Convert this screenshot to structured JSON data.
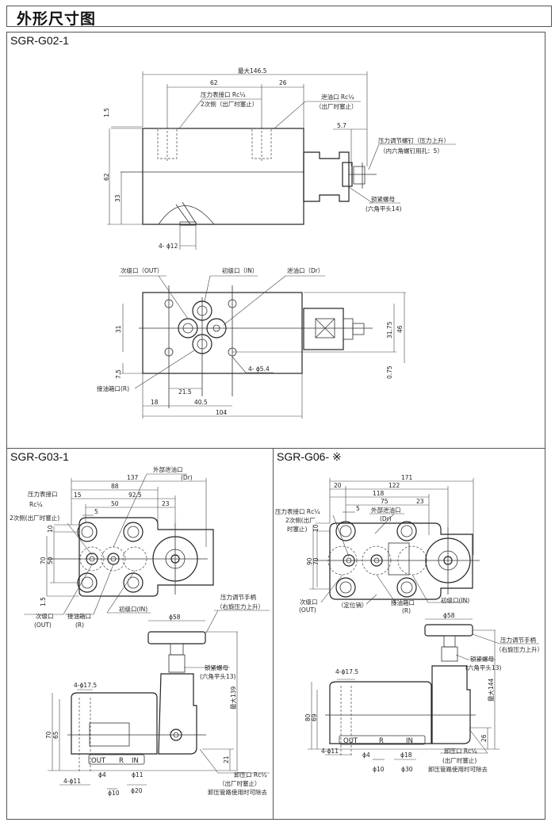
{
  "page_title": "外形尺寸图",
  "colors": {
    "line": "#333333",
    "frame": "#555555",
    "background": "#ffffff"
  },
  "g02": {
    "model": "SGR-G02-1",
    "side_view": {
      "max_length": "最大146.5",
      "dim_62": "62",
      "dim_26": "26",
      "dim_1_5": "1.5",
      "dim_height_62": "62",
      "dim_33": "33",
      "dim_5_7": "5.7",
      "gauge_port_line1": "压力表接口 Rc¼",
      "gauge_port_line2": "2次侧（出厂时塞止）",
      "drain_port_line1": "泄油口 Rc¼",
      "drain_port_line2": "（出厂时塞止）",
      "adj_screw_line1": "压力调节螺钉（压力上升）",
      "adj_screw_line2": "（内六角螺钉用孔：5）",
      "lock_nut_line1": "锁紧螺母",
      "lock_nut_line2": "(六角平头14)",
      "hole_dim": "4- ϕ12"
    },
    "top_view": {
      "out_port": "次级口（OUT）",
      "in_port": "初级口（IN）",
      "drain_port": "泄油口（Dr）",
      "tank_port": "接油箱口(R)",
      "mount_holes": "4- ϕ5.4",
      "dim_31": "31",
      "dim_7_5": "7.5",
      "dim_21_5": "21.5",
      "dim_18": "18",
      "dim_40_5": "40.5",
      "dim_104": "104",
      "dim_31_75": "31.75",
      "dim_46": "46",
      "dim_0_75": "0.75"
    }
  },
  "g03": {
    "model": "SGR-G03-1",
    "top_view": {
      "ext_drain_line1": "外部泄油口",
      "ext_drain_line2": "(Dr)",
      "dim_137": "137",
      "dim_88": "88",
      "dim_15": "15",
      "dim_92_5": "92.5",
      "dim_50": "50",
      "dim_23": "23",
      "dim_5": "5",
      "gauge_line1": "压力表接口",
      "gauge_line2": "Rc¼",
      "gauge_line3": "2次侧(出厂时塞止)",
      "dim_10": "10",
      "dim_70": "70",
      "dim_50v": "50",
      "dim_1_5": "1.5",
      "out_line1": "次级口",
      "out_line2": "(OUT)",
      "tank_line1": "接油箱口",
      "tank_line2": "(R)",
      "in_port": "初级口(IN)"
    },
    "side_view": {
      "knob_line1": "压力调节手柄",
      "knob_line2": "（右旋压力上升）",
      "dim_58": "ϕ58",
      "lock_nut_line1": "锁紧螺母",
      "lock_nut_line2": "(六角平头13)",
      "dim_17_5": "4-ϕ17.5",
      "max_139": "最大139",
      "dim_70": "70",
      "dim_65": "65",
      "plate_out": "OUT",
      "plate_r": "R",
      "plate_in": "IN",
      "dim_21": "21",
      "relief_line1": "卸压口 Rc¼",
      "relief_line2": "（出厂时塞止）",
      "relief_line3": "卸压管路使用时可除去",
      "dim_11": "4-ϕ11",
      "dim_4": "ϕ4",
      "dim_11b": "ϕ11",
      "dim_10": "ϕ10",
      "dim_20": "ϕ20"
    }
  },
  "g06": {
    "model": "SGR-G06- ※",
    "top_view": {
      "dim_171": "171",
      "dim_20": "20",
      "dim_122": "122",
      "dim_118": "118",
      "dim_75": "75",
      "dim_23": "23",
      "dim_5": "5",
      "gauge_line1": "压力表接口 Rc¼",
      "gauge_line2": "2次侧(出厂",
      "gauge_line3": "时塞止)",
      "ext_drain_line1": "外部泄油口",
      "ext_drain_line2": "(Dr)",
      "dim_10": "10",
      "dim_90": "90",
      "dim_70": "70",
      "out_line1": "次级口",
      "out_line2": "(OUT)",
      "pin": "（定位销）",
      "tank_line1": "接油箱口",
      "tank_line2": "(R)",
      "in_port": "初级口(IN)"
    },
    "side_view": {
      "dim_58": "ϕ58",
      "knob_line1": "压力调节手柄",
      "knob_line2": "（右旋压力上升）",
      "lock_nut_line1": "锁紧螺母",
      "lock_nut_line2": "(六角平头13)",
      "dim_17_5": "4-ϕ17.5",
      "max_144": "最大144",
      "dim_80": "80",
      "dim_69": "69",
      "plate_out": "OUT",
      "plate_r": "R",
      "plate_in": "IN",
      "dim_26": "26",
      "relief_line1": "卸压口 Rc¼",
      "relief_line2": "(出厂时塞止)",
      "relief_line3": "卸压管路使用时可除去",
      "dim_11": "4-ϕ11",
      "dim_4": "ϕ4",
      "dim_18": "ϕ18",
      "dim_10": "ϕ10",
      "dim_30": "ϕ30"
    }
  }
}
